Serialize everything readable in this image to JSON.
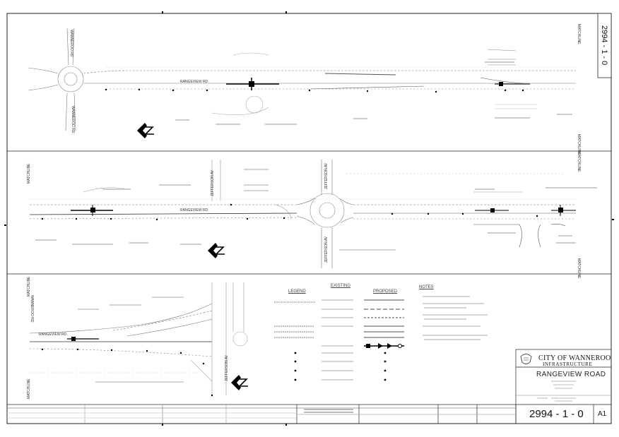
{
  "sheet": {
    "drawing_number": "2994 - 1 - 0",
    "size": "A1"
  },
  "title_block": {
    "organisation": "CITY OF WANNEROO",
    "department": "INFRASTRUCTURE",
    "project_title": "RANGEVIEW ROAD"
  },
  "labels": {
    "rangeview_rd": "RANGEVIEW RD",
    "jefferson_av": "JEFFERSON AV",
    "wanneroo_rd": "WANNEROO RD",
    "matchline": "MATCHLINE",
    "notes_heading": "NOTES"
  },
  "legend": {
    "headings": [
      "LEGEND",
      "EXISTING",
      "PROPOSED"
    ]
  }
}
